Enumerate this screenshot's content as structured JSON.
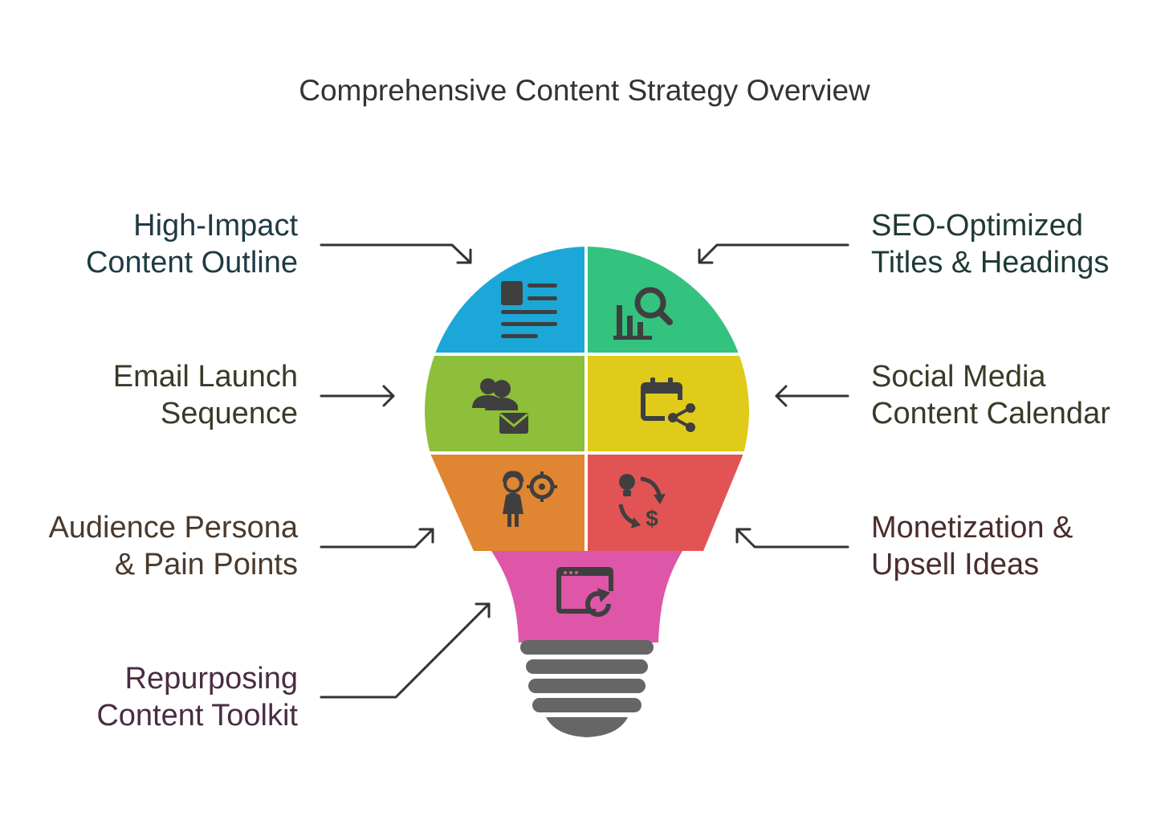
{
  "title": "Comprehensive Content Strategy Overview",
  "items": [
    {
      "line1": "High-Impact",
      "line2": "Content Outline",
      "color": "#1BA8D8",
      "text_color": "#1F3A44",
      "icon": "document-outline-icon"
    },
    {
      "line1": "SEO-Optimized",
      "line2": "Titles & Headings",
      "color": "#34C27F",
      "text_color": "#1F3A36",
      "icon": "chart-magnifier-icon"
    },
    {
      "line1": "Email Launch",
      "line2": "Sequence",
      "color": "#8DBF3A",
      "text_color": "#3A3A28",
      "icon": "users-envelope-icon"
    },
    {
      "line1": "Social Media",
      "line2": "Content Calendar",
      "color": "#E0CB1A",
      "text_color": "#3A3A28",
      "icon": "calendar-share-icon"
    },
    {
      "line1": "Audience Persona",
      "line2": "& Pain Points",
      "color": "#E08532",
      "text_color": "#4A3A2C",
      "icon": "persona-target-icon"
    },
    {
      "line1": "Monetization &",
      "line2": "Upsell Ideas",
      "color": "#E25454",
      "text_color": "#4A2C2C",
      "icon": "idea-money-cycle-icon"
    },
    {
      "line1": "Repurposing",
      "line2": "Content Toolkit",
      "color": "#DE56A8",
      "text_color": "#4A2C44",
      "icon": "browser-refresh-icon"
    }
  ],
  "base_color": "#666666",
  "icon_color": "#3F3F3F",
  "arrow_color": "#333333"
}
